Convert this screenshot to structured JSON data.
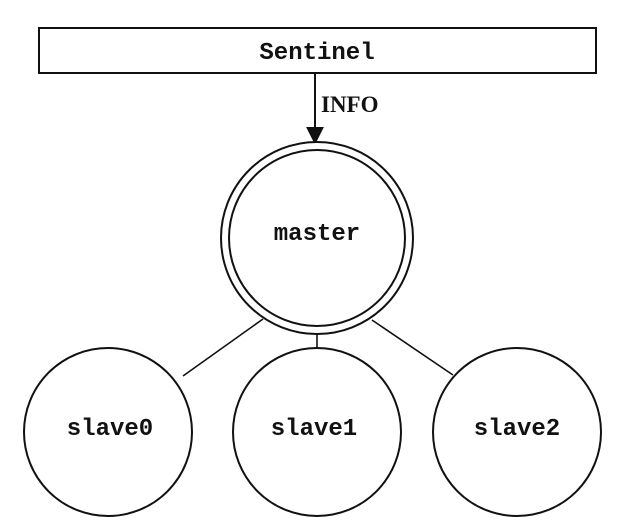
{
  "sentinel": {
    "label": "Sentinel"
  },
  "arrow": {
    "label": "INFO"
  },
  "master": {
    "label": "master"
  },
  "slaves": [
    {
      "label": "slave0"
    },
    {
      "label": "slave1"
    },
    {
      "label": "slave2"
    }
  ],
  "colors": {
    "stroke": "#111111",
    "fill": "#ffffff"
  }
}
